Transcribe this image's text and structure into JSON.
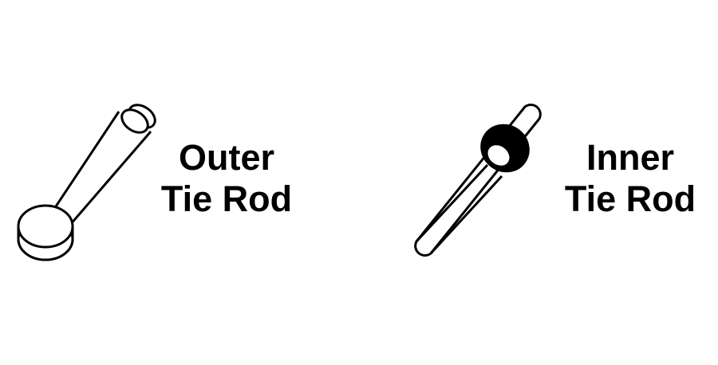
{
  "outer": {
    "label_line1": "Outer",
    "label_line2": "Tie Rod",
    "icon": "outer-tie-rod-icon"
  },
  "inner": {
    "label_line1": "Inner",
    "label_line2": "Tie Rod",
    "icon": "inner-tie-rod-icon"
  },
  "colors": {
    "stroke": "#000000",
    "fill": "#ffffff",
    "boot": "#000000"
  }
}
